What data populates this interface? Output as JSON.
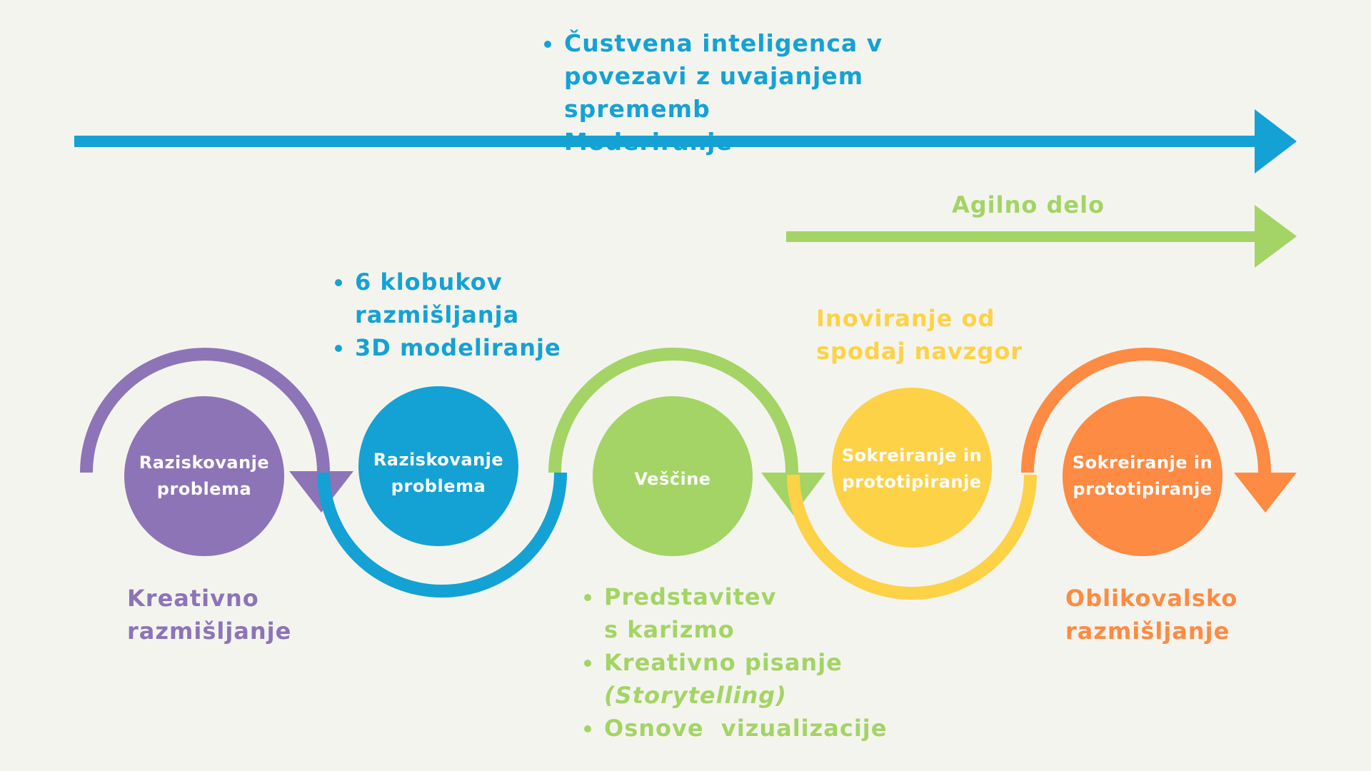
{
  "top_bar": {
    "color": "#14a2d4",
    "items": [
      "Čustvena inteligenca v povezavi z uvajanjem sprememb",
      "Moderiranje"
    ]
  },
  "agile": {
    "label": "Agilno delo",
    "color": "#a3d465"
  },
  "steps": [
    {
      "label": "Raziskovanje problema",
      "color": "#8d74b7"
    },
    {
      "label": "Raziskovanje problema",
      "color": "#14a2d4"
    },
    {
      "label": "Veščine",
      "color": "#a3d465"
    },
    {
      "label": "Sokreiranje in prototipiranje",
      "color": "#fdd247"
    },
    {
      "label": "Sokreiranje in prototipiranje",
      "color": "#fd8b43"
    }
  ],
  "tools": [
    "6 klobukov razmišljanja",
    "3D modeliranje"
  ],
  "skills": {
    "items": [
      "Predstavitev s karizmo",
      "Kreativno pisanje",
      "(Storytelling)",
      "Osnove  vizualizacije"
    ]
  },
  "bottom_up": {
    "label": "Inoviranje od spodaj navzgor",
    "color": "#fdd247"
  },
  "creative_thinking": {
    "label": "Kreativno razmišljanje",
    "color": "#8d74b7"
  },
  "design_thinking": {
    "label": "Oblikovalsko razmišljanje",
    "color": "#fd8b43"
  }
}
